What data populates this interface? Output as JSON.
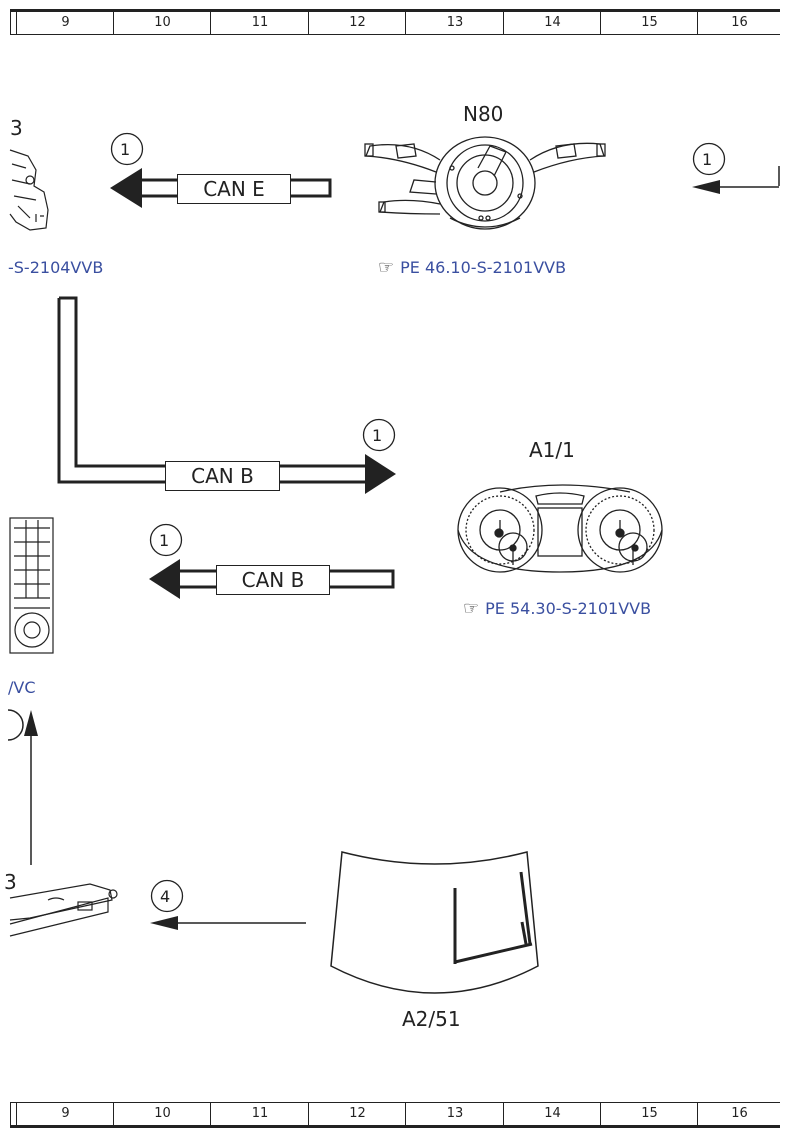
{
  "ruler": {
    "columns": [
      "9",
      "10",
      "11",
      "12",
      "13",
      "14",
      "15",
      "16"
    ]
  },
  "components": {
    "left_top_partial": {
      "label": "3"
    },
    "n80": {
      "label": "N80",
      "ref": "PE 46.10-S-2101VVB"
    },
    "left_ref_partial": {
      "ref": "-S-2104VVB"
    },
    "a1_1": {
      "label": "A1/1",
      "ref": "PE 54.30-S-2101VVB"
    },
    "left_mid_ref_partial": {
      "ref": "/VC"
    },
    "left_bottom_partial": {
      "label": "3"
    },
    "a2_51": {
      "label": "A2/51"
    }
  },
  "connections": {
    "can_e": {
      "label": "CAN E",
      "marker": "1"
    },
    "can_b_upper": {
      "label": "CAN B",
      "marker": "1"
    },
    "can_b_lower": {
      "label": "CAN B",
      "marker": "1"
    },
    "right_top_marker": "1",
    "bottom_marker": "4"
  },
  "icons": {
    "reference": "pointing-hand-icon"
  }
}
